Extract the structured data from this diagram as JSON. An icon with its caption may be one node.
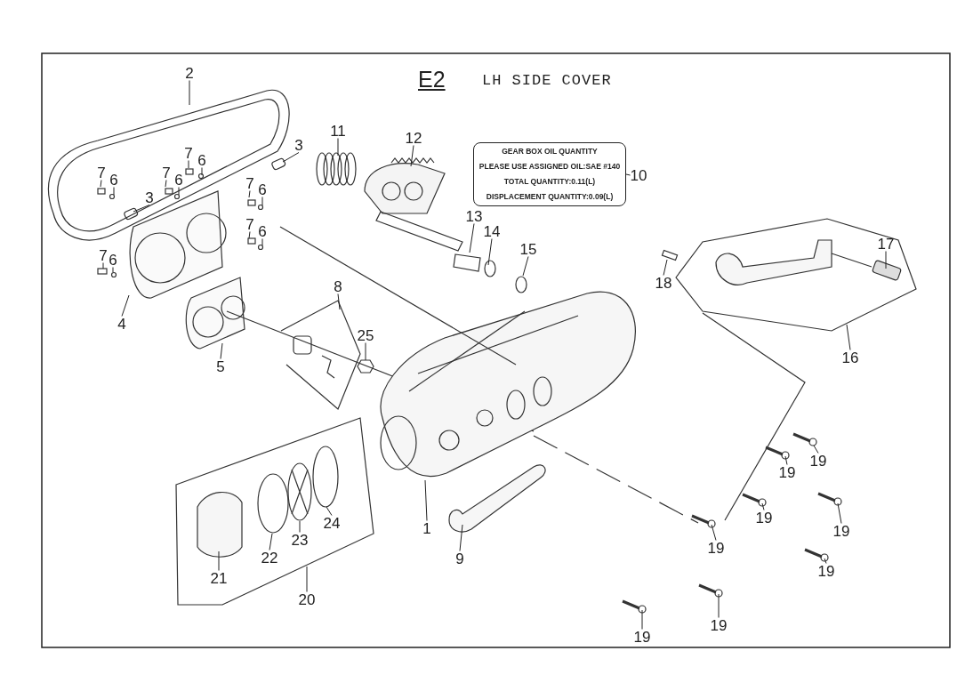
{
  "diagram": {
    "title": "LH SIDE COVER",
    "nodes": [
      {
        "text": [
          "2"
        ]
      },
      {
        "text": [
          "11"
        ]
      },
      {
        "text": [
          "12"
        ]
      },
      {
        "text": [
          "3"
        ]
      },
      {
        "text": [
          "7"
        ]
      },
      {
        "text": [
          "6"
        ]
      },
      {
        "text": [
          "GEAR BOX OIL QUANTITY",
          "PLEASE USE ASSIGNED OIL:SAE #140",
          "TOTAL QUANTITY:0.11(L)",
          "DISPLACEMENT QUANTITY:0.09(L)"
        ]
      },
      {
        "text": [
          "10"
        ]
      },
      {
        "text": [
          "7"
        ]
      },
      {
        "text": [
          "6"
        ]
      },
      {
        "text": [
          "7"
        ]
      },
      {
        "text": [
          "6"
        ]
      },
      {
        "text": [
          "7"
        ]
      },
      {
        "text": [
          "6"
        ]
      },
      {
        "text": [
          "3"
        ]
      },
      {
        "text": [
          "13"
        ]
      },
      {
        "text": [
          "7"
        ]
      },
      {
        "text": [
          "6"
        ]
      },
      {
        "text": [
          "14"
        ]
      },
      {
        "text": [
          "15"
        ]
      },
      {
        "text": [
          "17"
        ]
      },
      {
        "text": [
          "7"
        ]
      },
      {
        "text": [
          "6"
        ]
      },
      {
        "text": [
          "18"
        ]
      },
      {
        "text": [
          "8"
        ]
      },
      {
        "text": [
          "4"
        ]
      },
      {
        "text": [
          "25"
        ]
      },
      {
        "text": [
          "16"
        ]
      },
      {
        "text": [
          "5"
        ]
      },
      {
        "text": [
          "19"
        ]
      },
      {
        "text": [
          "19"
        ]
      },
      {
        "text": [
          "19"
        ]
      },
      {
        "text": [
          "24"
        ]
      },
      {
        "text": [
          "1"
        ]
      },
      {
        "text": [
          "19"
        ]
      },
      {
        "text": [
          "23"
        ]
      },
      {
        "text": [
          "19"
        ]
      },
      {
        "text": [
          "22"
        ]
      },
      {
        "text": [
          "9"
        ]
      },
      {
        "text": [
          "19"
        ]
      },
      {
        "text": [
          "21"
        ]
      },
      {
        "text": [
          "20"
        ]
      },
      {
        "text": [
          "19"
        ]
      },
      {
        "text": [
          "19"
        ]
      }
    ],
    "edges": [
      {
        "from": 0,
        "to": null,
        "arrow": "none"
      },
      {
        "from": 1,
        "to": null,
        "arrow": "none"
      },
      {
        "from": 2,
        "to": null,
        "arrow": "none"
      },
      {
        "from": 3,
        "to": null,
        "arrow": "none"
      },
      {
        "from": 4,
        "to": null,
        "arrow": "none"
      },
      {
        "from": 5,
        "to": null,
        "arrow": "none"
      },
      {
        "from": 7,
        "to": 6,
        "arrow": "none"
      },
      {
        "from": 8,
        "to": null,
        "arrow": "none"
      },
      {
        "from": 9,
        "to": null,
        "arrow": "none"
      },
      {
        "from": 10,
        "to": null,
        "arrow": "none"
      },
      {
        "from": 11,
        "to": null,
        "arrow": "none"
      },
      {
        "from": 12,
        "to": null,
        "arrow": "none"
      },
      {
        "from": 13,
        "to": null,
        "arrow": "none"
      },
      {
        "from": 14,
        "to": null,
        "arrow": "none"
      },
      {
        "from": 15,
        "to": null,
        "arrow": "none"
      },
      {
        "from": 16,
        "to": null,
        "arrow": "none"
      },
      {
        "from": 17,
        "to": null,
        "arrow": "none"
      },
      {
        "from": 18,
        "to": null,
        "arrow": "none"
      },
      {
        "from": 19,
        "to": null,
        "arrow": "none"
      },
      {
        "from": 20,
        "to": null,
        "arrow": "none"
      },
      {
        "from": 21,
        "to": null,
        "arrow": "none"
      },
      {
        "from": 22,
        "to": null,
        "arrow": "none"
      },
      {
        "from": 23,
        "to": null,
        "arrow": "none"
      },
      {
        "from": 24,
        "to": null,
        "arrow": "none"
      },
      {
        "from": 25,
        "to": null,
        "arrow": "none"
      },
      {
        "from": 26,
        "to": null,
        "arrow": "none"
      },
      {
        "from": 27,
        "to": null,
        "arrow": "none"
      },
      {
        "from": 28,
        "to": null,
        "arrow": "none"
      },
      {
        "from": 29,
        "to": null,
        "arrow": "none"
      },
      {
        "from": 30,
        "to": null,
        "arrow": "none"
      },
      {
        "from": 31,
        "to": null,
        "arrow": "none"
      },
      {
        "from": 32,
        "to": null,
        "arrow": "none"
      },
      {
        "from": 33,
        "to": null,
        "arrow": "none"
      },
      {
        "from": 34,
        "to": null,
        "arrow": "none"
      },
      {
        "from": 35,
        "to": null,
        "arrow": "none"
      },
      {
        "from": 36,
        "to": null,
        "arrow": "none"
      },
      {
        "from": 37,
        "to": null,
        "arrow": "none"
      },
      {
        "from": 38,
        "to": null,
        "arrow": "none"
      },
      {
        "from": 39,
        "to": null,
        "arrow": "none"
      },
      {
        "from": 40,
        "to": null,
        "arrow": "none"
      },
      {
        "from": 41,
        "to": null,
        "arrow": "none"
      },
      {
        "from": 42,
        "to": null,
        "arrow": "none"
      },
      {
        "from": 43,
        "to": null,
        "arrow": "none"
      }
    ],
    "labels": [
      "E2"
    ]
  }
}
